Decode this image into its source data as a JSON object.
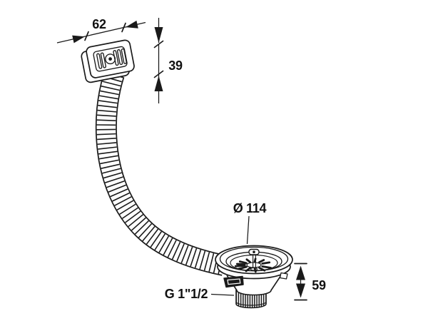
{
  "canvas": {
    "background_color": "#ffffff",
    "line_color": "#1a1a1a",
    "text_color": "#111111"
  },
  "labels": {
    "plate_width": "62",
    "plate_height": "39",
    "strainer_diameter": "Ø 114",
    "strainer_height": "59",
    "thread_size": "G 1\"1/2"
  }
}
